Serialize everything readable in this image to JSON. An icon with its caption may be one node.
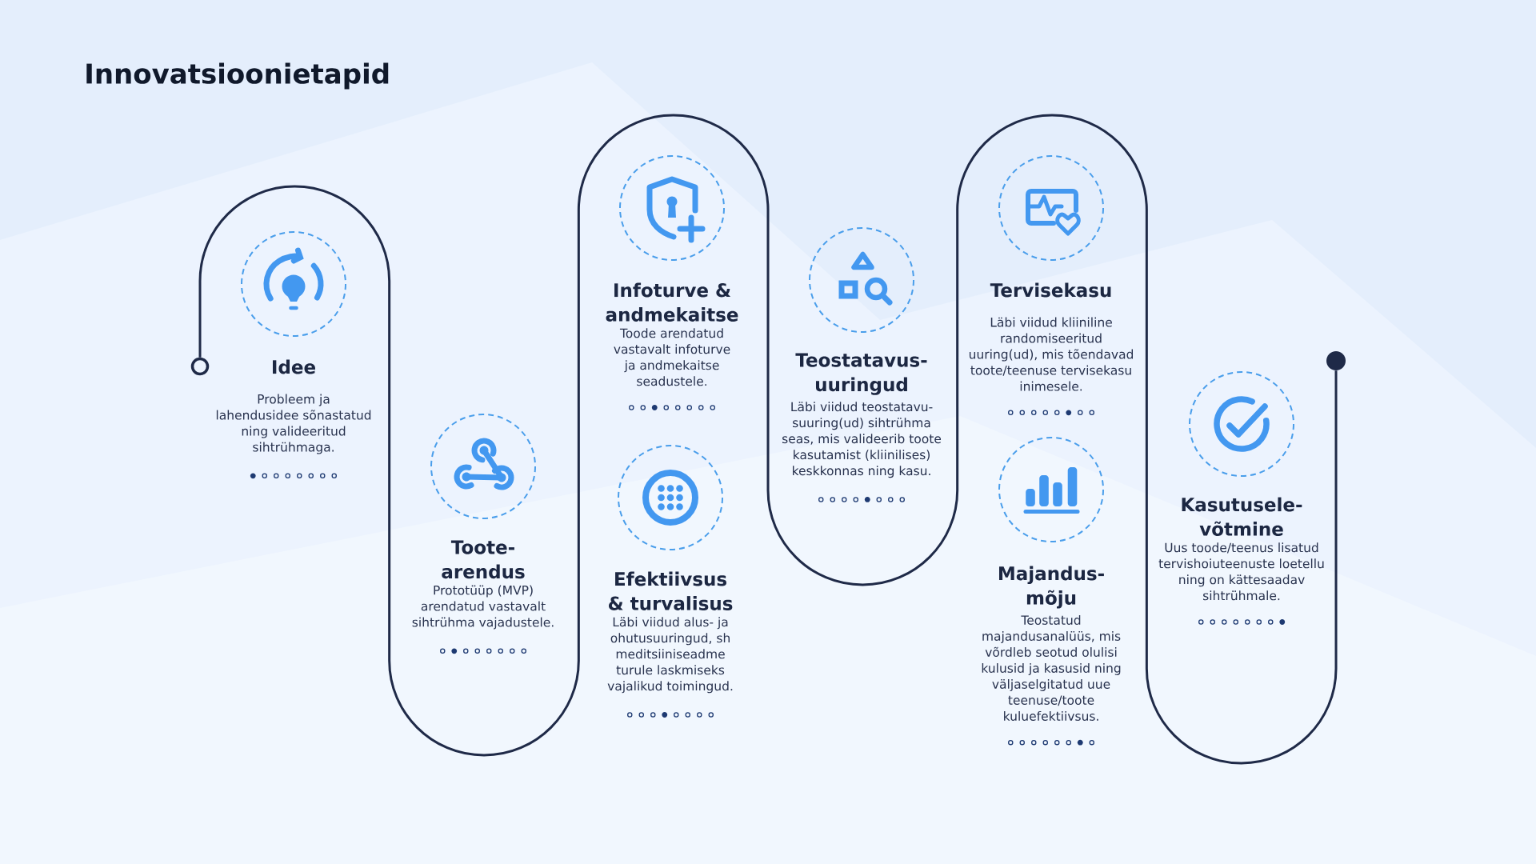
{
  "diagram": {
    "title": "Innovatsioonietapid",
    "nodes": [
      {
        "text": [],
        "shape": "circle"
      },
      {
        "text": [
          "Idee",
          "Probleem ja lahendusidee sõnastatud ning valideeritud sihtrühmaga."
        ]
      },
      {
        "text": [
          "Toote- arendus",
          "Prototüüp (MVP) arendatud vastavalt sihtrühma vajadustele."
        ]
      },
      {
        "text": [
          "Infoturve & andmekaitse",
          "Toode arendatud vastavalt infoturve ja andmekaitse seadustele."
        ]
      },
      {
        "text": [
          "Efektiivsus & turvalisus",
          "Läbi viidud alus- ja ohutusuuringud, sh meditsiiniseadme turule laskmiseks vajalikud toimingud."
        ]
      },
      {
        "text": [
          "Teostatavus- uuringud",
          "Läbi viidud teostatavu- suuring(ud) sihtrühma seas, mis valideerib toote kasutamist (kliinilises) keskkonnas ning kasu."
        ]
      },
      {
        "text": [
          "Tervisekasu",
          "Läbi viidud kliiniline randomiseeritud uuring(ud), mis tõendavad toote/teenuse tervisekasu inimesele."
        ]
      },
      {
        "text": [
          "Majandus- mõju",
          "Teostatud majandusanalüüs, mis võrdleb seotud olulisi kulusid ja kasusid ning väljaselgitatud uue teenuse/toote kuluefektiivsus."
        ]
      },
      {
        "text": [
          "Kasutusele- võtmine",
          "Uus toode/teenus lisatud tervishoiuteenuste loetellu ning on kättesaadav sihtrühmale."
        ]
      },
      {
        "text": [],
        "shape": "dot"
      }
    ],
    "edges": [
      {
        "from": 0,
        "to": 9,
        "arrow": "none"
      }
    ]
  }
}
